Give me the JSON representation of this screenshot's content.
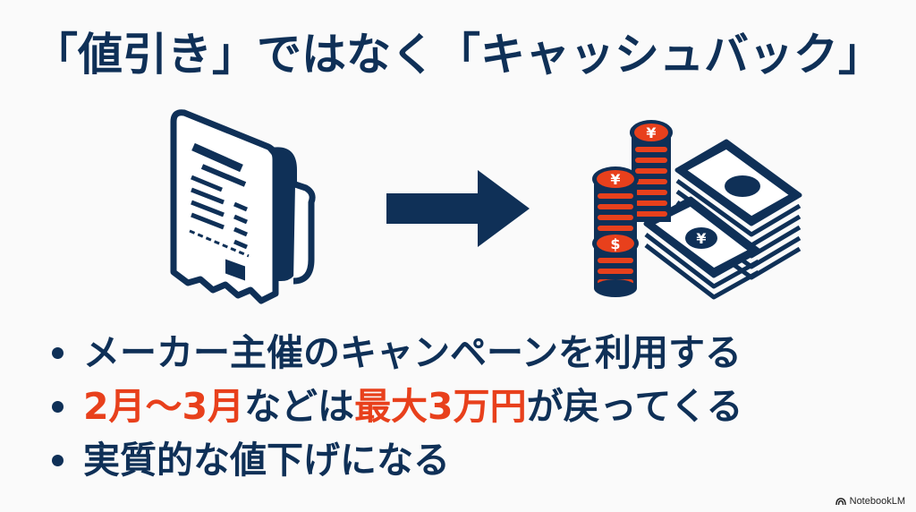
{
  "slide": {
    "title": "「値引き」ではなく「キャッシュバック」",
    "illustration": {
      "left_icon": "receipt-icon",
      "middle_icon": "arrow-right-icon",
      "right_icon": "money-cashback-icon",
      "right_icon_symbols": [
        "¥",
        "¥",
        "$",
        "¥"
      ]
    },
    "bullets": [
      {
        "segments": [
          {
            "text": "メーカー主催のキャンペーンを利用する",
            "highlight": false
          }
        ]
      },
      {
        "segments": [
          {
            "text": "2月〜3月",
            "highlight": true
          },
          {
            "text": "などは",
            "highlight": false
          },
          {
            "text": "最大3万円",
            "highlight": true
          },
          {
            "text": "が戻ってくる",
            "highlight": false
          }
        ]
      },
      {
        "segments": [
          {
            "text": "実質的な値下げになる",
            "highlight": false
          }
        ]
      }
    ],
    "colors": {
      "primary": "#0f3057",
      "accent": "#e8401c",
      "background": "#fafafa"
    }
  },
  "branding": {
    "label": "NotebookLM",
    "icon": "notebooklm-logo-icon"
  }
}
